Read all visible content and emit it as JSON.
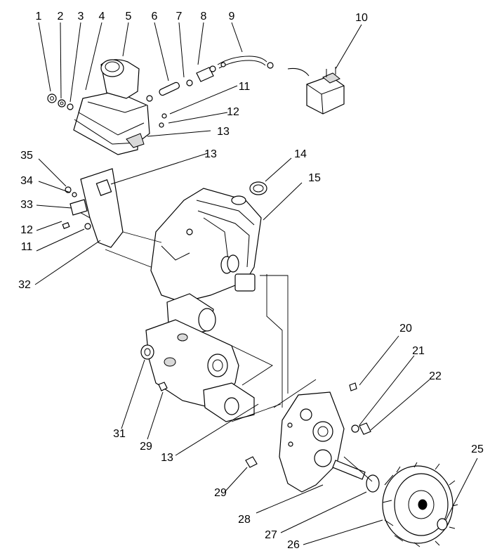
{
  "callouts": [
    "1",
    "2",
    "3",
    "4",
    "5",
    "6",
    "7",
    "8",
    "9",
    "10",
    "11",
    "12",
    "13",
    "13",
    "14",
    "15",
    "35",
    "34",
    "33",
    "12",
    "11",
    "32",
    "20",
    "21",
    "22",
    "31",
    "29",
    "13",
    "25",
    "29",
    "28",
    "27",
    "26"
  ]
}
